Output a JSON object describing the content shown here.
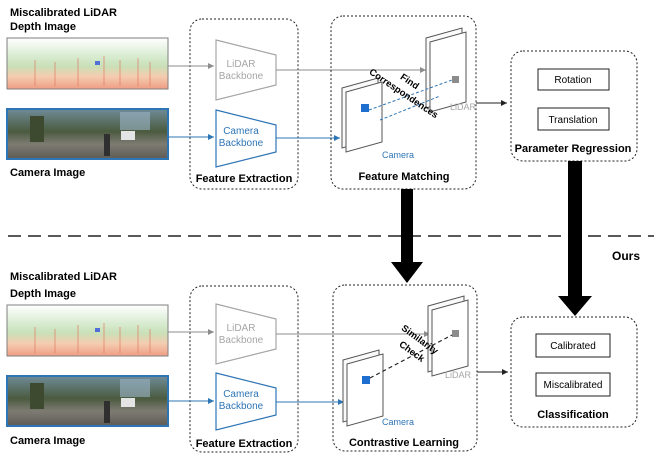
{
  "top": {
    "lidar_input_label_1": "Miscalibrated LiDAR",
    "lidar_input_label_2": "Depth Image",
    "camera_input_label": "Camera Image",
    "lidar_backbone_1": "LiDAR",
    "lidar_backbone_2": "Backbone",
    "camera_backbone_1": "Camera",
    "camera_backbone_2": "Backbone",
    "feature_extraction": "Feature Extraction",
    "find_1": "Find",
    "find_2": "Correspondences",
    "lidar_tag": "LiDAR",
    "camera_tag": "Camera",
    "feature_matching": "Feature Matching",
    "rotation": "Rotation",
    "translation": "Translation",
    "parameter_regression": "Parameter Regression"
  },
  "divider_label": "Ours",
  "bottom": {
    "lidar_input_label_1": "Miscalibrated LiDAR",
    "lidar_input_label_2": "Depth Image",
    "camera_input_label": "Camera Image",
    "lidar_backbone_1": "LiDAR",
    "lidar_backbone_2": "Backbone",
    "camera_backbone_1": "Camera",
    "camera_backbone_2": "Backbone",
    "feature_extraction": "Feature Extraction",
    "similarity_1": "Similarity",
    "similarity_2": "Check",
    "lidar_tag": "LiDAR",
    "camera_tag": "Camera",
    "contrastive_learning": "Contrastive Learning",
    "calibrated": "Calibrated",
    "miscalibrated": "Miscalibrated",
    "classification": "Classification"
  },
  "colors": {
    "camera_blue": "#2e75b6",
    "lidar_gray": "#a6a6a6",
    "cube_blue": "#1f6fd1",
    "cube_gray": "#8c8c8c"
  }
}
